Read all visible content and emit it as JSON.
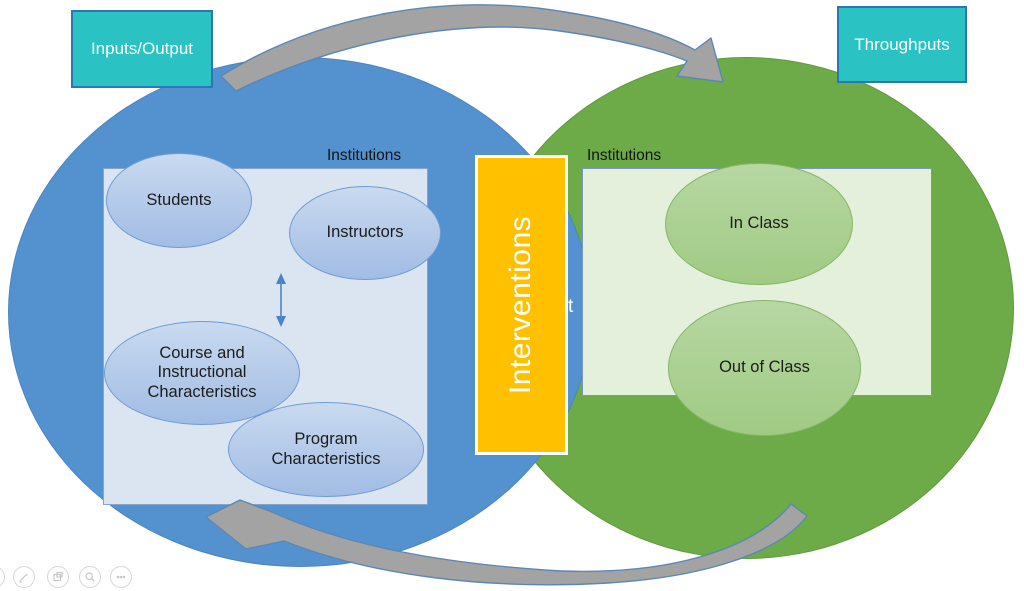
{
  "slide": {
    "boxes": {
      "inputs_output": "Inputs/Output",
      "throughputs": "Throughputs",
      "interventions": "Interventions"
    },
    "left_circle": {
      "institutions_label": "Institutions",
      "ellipses": {
        "students": "Students",
        "instructors": "Instructors",
        "course": "Course and Instructional Characteristics",
        "program": "Program Characteristics"
      }
    },
    "right_circle": {
      "institutions_label": "Institutions",
      "ellipses": {
        "in_class": "In Class",
        "out_of_class": "Out of Class"
      }
    },
    "hidden_fragment": "t",
    "colors": {
      "blue_circle": "#5492cf",
      "green_circle": "#6dab48",
      "teal_box_fill": "#2bc2c4",
      "teal_box_border": "#2e75b6",
      "interventions_fill": "#ffc000",
      "left_rect_fill": "#dbe5f2",
      "right_rect_fill": "#e4efdc",
      "arrow_fill": "#a3a3a3",
      "arrow_outline": "#5b87b5"
    }
  },
  "viewer_toolbar": {
    "icons": [
      "edge-partial",
      "pen",
      "slide-layout",
      "zoom",
      "more-options"
    ]
  }
}
